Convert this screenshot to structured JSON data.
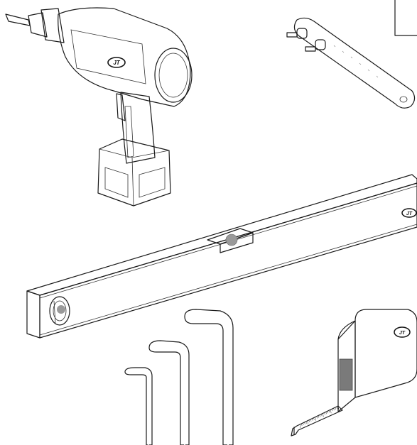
{
  "brand": {
    "logo_text": "JT",
    "logo_icon": "oval-brand-logo"
  },
  "tools": [
    {
      "id": "cordless-drill",
      "icon": "drill-icon"
    },
    {
      "id": "pin-spanner",
      "icon": "spanner-icon"
    },
    {
      "id": "spirit-level",
      "icon": "level-icon"
    },
    {
      "id": "hex-key-small",
      "icon": "hex-key-icon"
    },
    {
      "id": "hex-key-medium",
      "icon": "hex-key-icon"
    },
    {
      "id": "hex-key-large",
      "icon": "hex-key-icon"
    },
    {
      "id": "tape-measure",
      "icon": "tape-measure-icon"
    }
  ],
  "colors": {
    "line": "#1a1a1a",
    "body_light": "#f4f4f6",
    "body_mid": "#d9d9de",
    "body_dark": "#a9a9b1",
    "bubble": "#9a9a9a",
    "tape_window": "#7a7a7a"
  }
}
